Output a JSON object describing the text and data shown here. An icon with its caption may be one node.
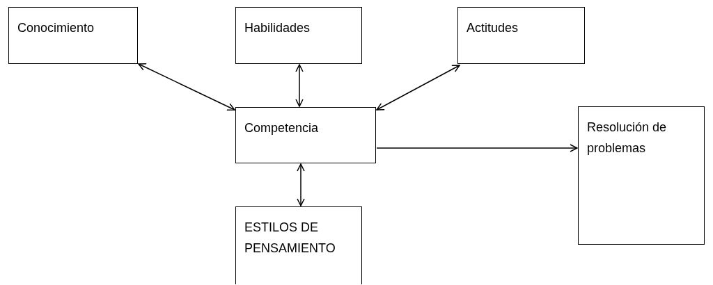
{
  "diagram": {
    "nodes": [
      {
        "text": [
          "Conocimiento"
        ]
      },
      {
        "text": [
          "Habilidades"
        ]
      },
      {
        "text": [
          "Actitudes"
        ]
      },
      {
        "text": [
          "Competencia"
        ]
      },
      {
        "text": [
          "Resolución de problemas"
        ]
      },
      {
        "text": [
          "ESTILOS DE PENSAMIENTO"
        ]
      }
    ],
    "edges": [
      {
        "from": 0,
        "to": 3,
        "arrow": "both"
      },
      {
        "from": 1,
        "to": 3,
        "arrow": "both"
      },
      {
        "from": 2,
        "to": 3,
        "arrow": "both"
      },
      {
        "from": 3,
        "to": 4,
        "arrow": "to"
      },
      {
        "from": 3,
        "to": 5,
        "arrow": "both"
      }
    ]
  }
}
